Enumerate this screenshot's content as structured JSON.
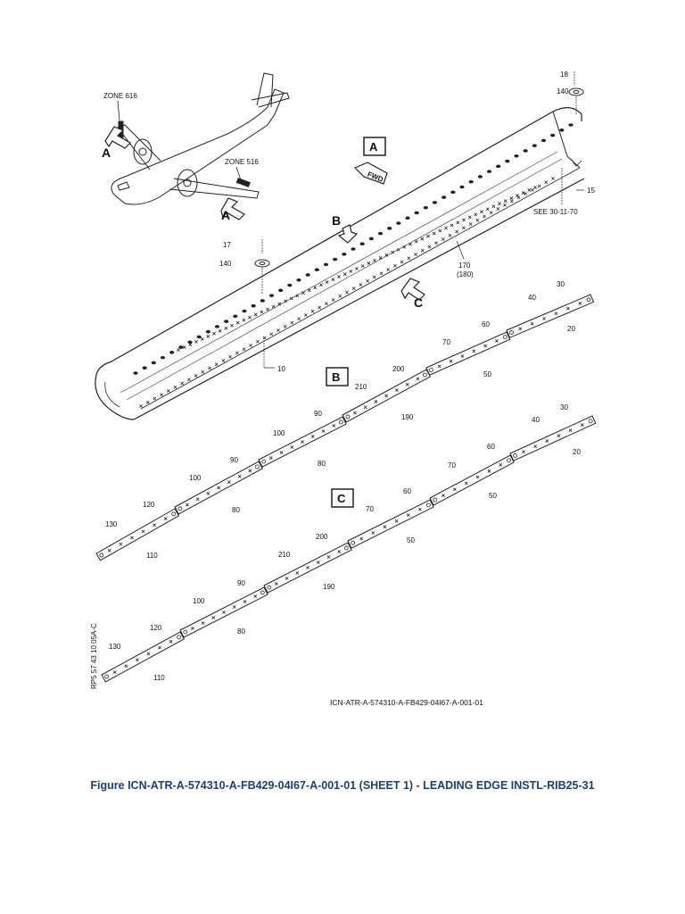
{
  "figure": {
    "caption": "Figure ICN-ATR-A-574310-A-FB429-04I67-A-001-01 (SHEET 1) - LEADING EDGE INSTL-RIB25-31",
    "icn_code": "ICN-ATR-A-574310-A-FB429-04I67-A-001-01",
    "side_ref": "RP5 57 43 10 05A-C"
  },
  "aircraft": {
    "zone_616": "ZONE 616",
    "zone_516": "ZONE 516",
    "view_a_1": "A",
    "view_a_2": "A"
  },
  "main_view": {
    "box_label": "A",
    "fwd_label": "FWD",
    "view_b": "B",
    "view_c": "C",
    "ref_see": "SEE 30-11-70",
    "callouts": {
      "c18": "18",
      "c140_top": "140",
      "c15": "15",
      "c17": "17",
      "c140_left": "140",
      "c170": "170",
      "c180": "(180)",
      "c10": "10"
    }
  },
  "detail_b": {
    "box_label": "B",
    "callouts": {
      "c30": "30",
      "c40": "40",
      "c20": "20",
      "c60": "60",
      "c70": "70",
      "c50": "50",
      "c200": "200",
      "c210": "210",
      "c190": "190",
      "c90": "90",
      "c100": "100",
      "c80": "80",
      "c90b": "90",
      "c100b": "100",
      "c80b": "80",
      "c120": "120",
      "c130": "130",
      "c110": "110"
    }
  },
  "detail_c": {
    "box_label": "C",
    "callouts": {
      "c30": "30",
      "c40": "40",
      "c20": "20",
      "c60": "60",
      "c70": "70",
      "c50": "50",
      "c200": "200",
      "c210": "210",
      "c190": "190",
      "c90": "90",
      "c100": "100",
      "c80": "80",
      "c120": "120",
      "c130": "130",
      "c110": "110"
    }
  }
}
